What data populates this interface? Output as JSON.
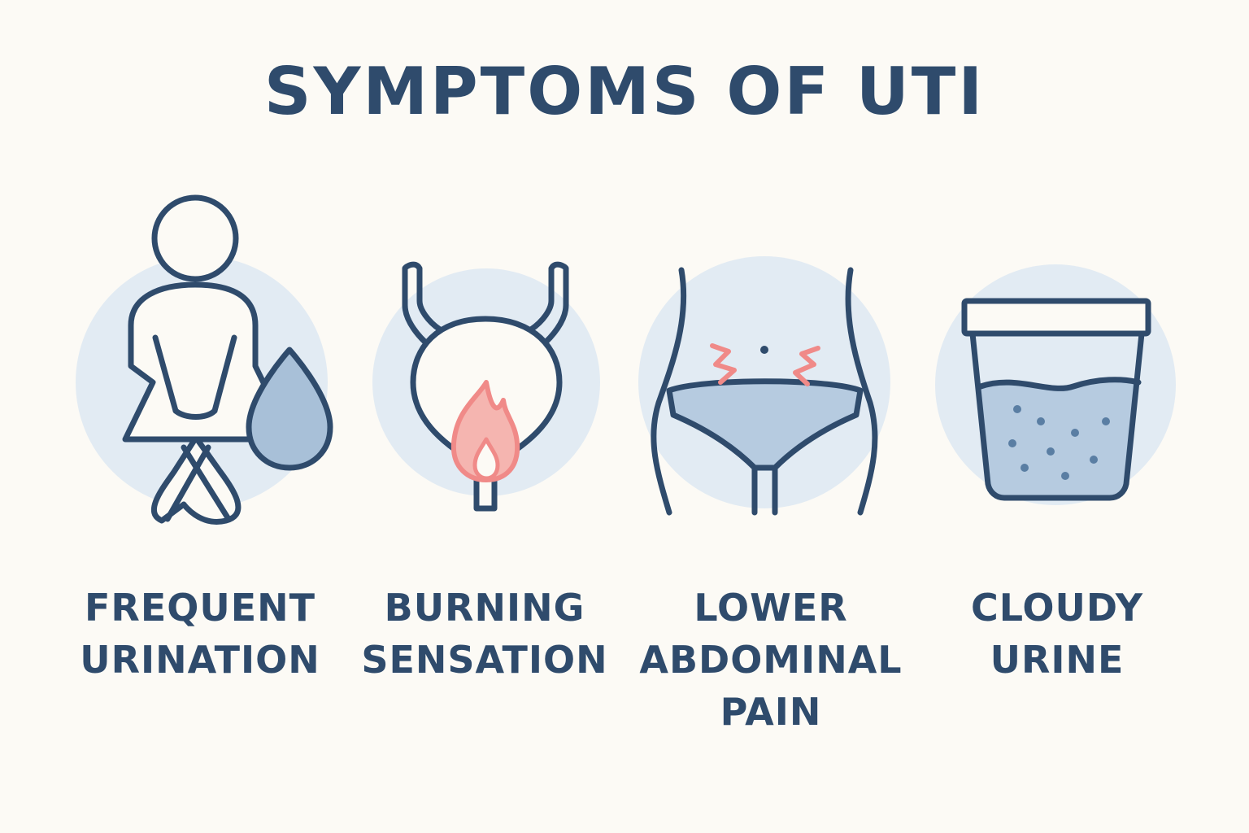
{
  "title": "SYMPTOMS OF UTI",
  "colors": {
    "background": "#fcfaf5",
    "text": "#2f4b6c",
    "circle": "#e2ebf3",
    "accent_blue": "#a8c0d8",
    "accent_red": "#f08a88"
  },
  "symptoms": [
    {
      "icon": "person-crossed-legs-icon",
      "lines": [
        "FREQUENT",
        "URINATION"
      ]
    },
    {
      "icon": "bladder-flame-icon",
      "lines": [
        "BURNING",
        "SENSATION"
      ]
    },
    {
      "icon": "abdomen-pain-icon",
      "lines": [
        "LOWER",
        "ABDOMINAL",
        "PAIN"
      ]
    },
    {
      "icon": "cloudy-urine-cup-icon",
      "lines": [
        "CLOUDY",
        "URINE"
      ]
    }
  ]
}
